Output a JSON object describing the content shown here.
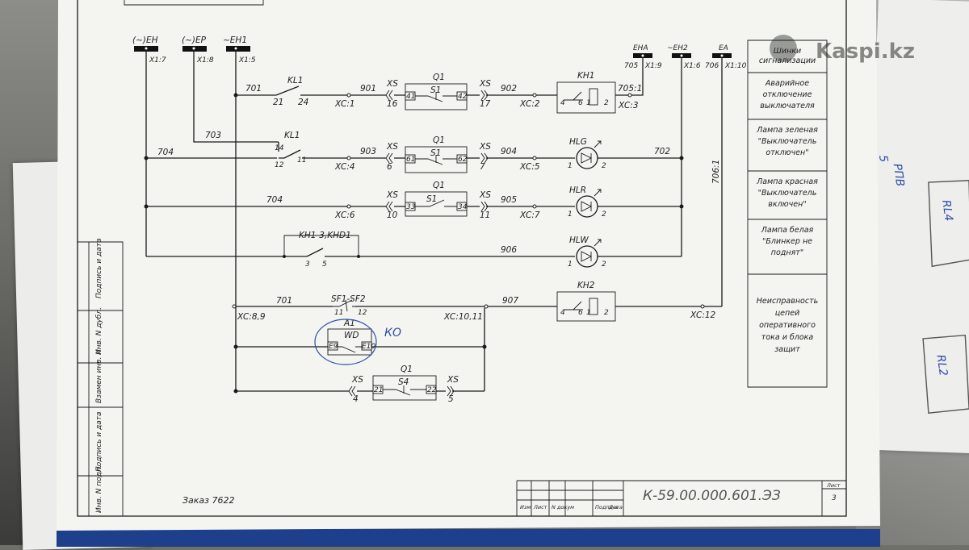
{
  "watermark": "Kaspi.kz",
  "order": "Заказ 7622",
  "doc_code": "К-59.00.000.601.ЭЗ",
  "sheet": {
    "label": "Лист",
    "number": "3"
  },
  "stamp_cols": [
    "Изм",
    "Лист",
    "N докум",
    "Подпись",
    "Дата"
  ],
  "left_strip": [
    "Подпись и дата",
    "Инв. N дубл.",
    "Взамен инв. N",
    "Подпись и дата",
    "Инв. N подл."
  ],
  "handwriting": {
    "ko": "КО",
    "right1": "РПВ",
    "right2": "RL4",
    "right3": "RL2",
    "right4": "5"
  },
  "buses": [
    {
      "name": "(~)EH",
      "term": "X1:7"
    },
    {
      "name": "(~)EP",
      "term": "X1:8"
    },
    {
      "name": "~EH1",
      "term": "X1:5"
    },
    {
      "name": "EHA",
      "term": "X1:9",
      "wire": "705"
    },
    {
      "name": "~EH2",
      "term": "X1:6"
    },
    {
      "name": "EA",
      "term": "X1:10",
      "wire": "706"
    }
  ],
  "legend": [
    "Шинки сигнализации",
    "Аварийное отключение выключателя",
    "Лампа зеленая \"Выключатель отключен\"",
    "Лампа красная \"Выключатель включен\"",
    "Лампа белая \"Блинкер не поднят\"",
    "Неисправность цепей оперативного тока и блока защит"
  ],
  "rows": {
    "r1": {
      "w1": "701",
      "relay": "KL1",
      "p1": "21",
      "p2": "24",
      "xc1": "XC:1",
      "w2": "901",
      "xs1": "XS",
      "xs1n": "16",
      "q": "Q1",
      "sw": "S1",
      "t1": "41",
      "t2": "42",
      "xs2": "XS",
      "xs2n": "17",
      "w3": "902",
      "xc2": "XC:2",
      "kh": "KH1",
      "k1": "4",
      "k2": "6",
      "k3": "1",
      "k4": "2",
      "w4": "705:1",
      "xc3": "XC:3"
    },
    "r2": {
      "w0": "703",
      "w1": "704",
      "relay": "KL1",
      "p1": "14",
      "p2": "12",
      "p3": "11",
      "xc1": "XC:4",
      "w2": "903",
      "xs1": "XS",
      "xs1n": "6",
      "q": "Q1",
      "sw": "S1",
      "t1": "61",
      "t2": "62",
      "xs2": "XS",
      "xs2n": "7",
      "w3": "904",
      "xc2": "XC:5",
      "lamp": "HLG",
      "l1": "1",
      "l2": "2",
      "w4": "702"
    },
    "r3": {
      "w1": "704",
      "xc1": "XC:6",
      "xs1": "XS",
      "xs1n": "10",
      "q": "Q1",
      "sw": "S1",
      "t1": "33",
      "t2": "34",
      "xs2": "XS",
      "xs2n": "11",
      "w3": "905",
      "xc2": "XC:7",
      "lamp": "HLR",
      "l1": "1",
      "l2": "2",
      "w4": "706:1"
    },
    "r4": {
      "contact": "KH1-3,KHD1",
      "p1": "3",
      "p2": "5",
      "w3": "906",
      "lamp": "HLW",
      "l1": "1",
      "l2": "2"
    },
    "r5": {
      "xc1": "XC:8,9",
      "w1": "701",
      "sf": "SF1-SF2",
      "p1": "11",
      "p2": "12",
      "xc2": "XC:10,11",
      "w2": "907",
      "kh": "KH2",
      "k1": "4",
      "k2": "6",
      "k3": "1",
      "k4": "2",
      "xc3": "XC:12",
      "a1": "A1",
      "wd": "WD",
      "e9": "E9",
      "e10": "E10"
    },
    "r6": {
      "xs1": "XS",
      "xs1n": "4",
      "q": "Q1",
      "sw": "S4",
      "t1": "21",
      "t2": "22",
      "xs2": "XS",
      "xs2n": "5"
    }
  }
}
